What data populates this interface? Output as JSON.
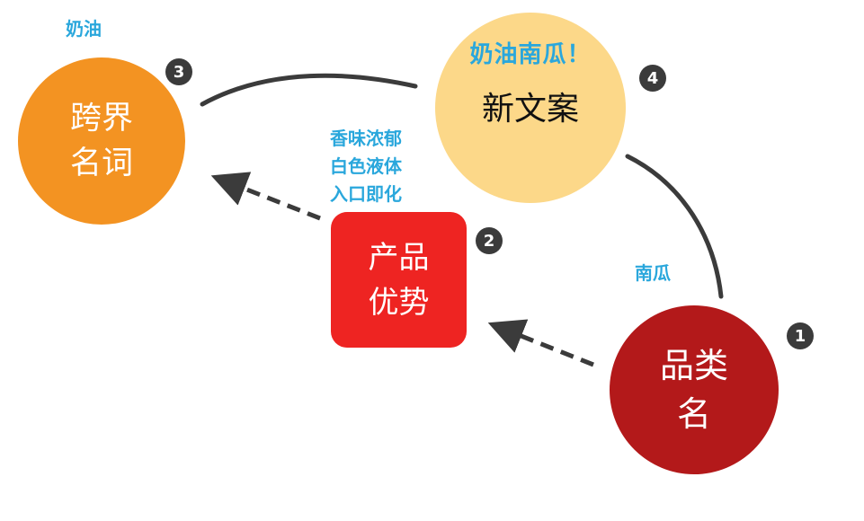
{
  "nodes": {
    "crossover": {
      "line1": "跨界",
      "line2": "名词",
      "color": "#f39322"
    },
    "product": {
      "line1": "产品",
      "line2": "优势",
      "color": "#ee2422"
    },
    "category": {
      "line1": "品类",
      "line2": "名",
      "color": "#b3191a"
    },
    "copy": {
      "subtitle": "奶油南瓜！",
      "title": "新文案",
      "color": "#fcd889"
    }
  },
  "badges": {
    "one": "1",
    "two": "2",
    "three": "3",
    "four": "4"
  },
  "labels": {
    "cream": "奶油",
    "pumpkin": "南瓜",
    "features": [
      "香味浓郁",
      "白色液体",
      "入口即化"
    ]
  },
  "colors": {
    "label_text": "#2aa7dc",
    "connector": "#3b3b3b",
    "badge": "#3b3b3b"
  }
}
